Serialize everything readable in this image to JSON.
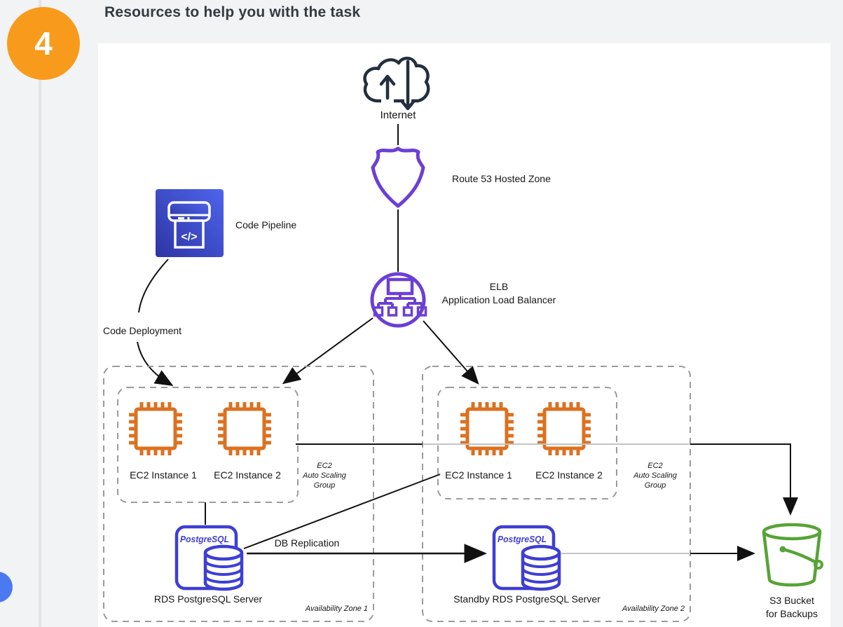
{
  "page": {
    "step_number": "4",
    "title": "Resources to help you with the task"
  },
  "colors": {
    "background": "#f2f3f4",
    "step_badge_orange": "#F89B1C",
    "avatar_blue": "#4b7af0",
    "internet_navy": "#232F3E",
    "route53_elb_purple": "#6B3FD6",
    "code_pipeline_blue_dark": "#2E35A5",
    "code_pipeline_blue_light": "#4E64EB",
    "ec2_orange": "#DC7120",
    "rds_indigo": "#3E3ED4",
    "s3_green": "#56A436",
    "connector_black": "#111111",
    "connector_gray": "#c4c4c4",
    "dashed_box_gray": "#9B9B9B"
  },
  "diagram": {
    "internet_label": "Internet",
    "route53_label": "Route 53 Hosted Zone",
    "elb_label_1": "ELB",
    "elb_label_2": "Application Load Balancer",
    "code_pipeline_label": "Code Pipeline",
    "code_pipeline_glyph": "</>",
    "code_deployment_label": "Code Deployment",
    "db_replication_label": "DB Replication",
    "rds_icon_text": "PostgreSQL",
    "s3_label_1": "S3 Bucket",
    "s3_label_2": "for Backups",
    "zone1": {
      "instance1": "EC2 Instance 1",
      "instance2": "EC2 Instance 2",
      "asg_1": "EC2",
      "asg_2": "Auto Scaling",
      "asg_3": "Group",
      "db_label": "RDS PostgreSQL Server",
      "zone_label": "Availability Zone 1"
    },
    "zone2": {
      "instance1": "EC2 Instance 1",
      "instance2": "EC2 Instance 2",
      "asg_1": "EC2",
      "asg_2": "Auto Scaling",
      "asg_3": "Group",
      "db_label": "Standby RDS PostgreSQL Server",
      "zone_label": "Availability Zone 2"
    }
  }
}
